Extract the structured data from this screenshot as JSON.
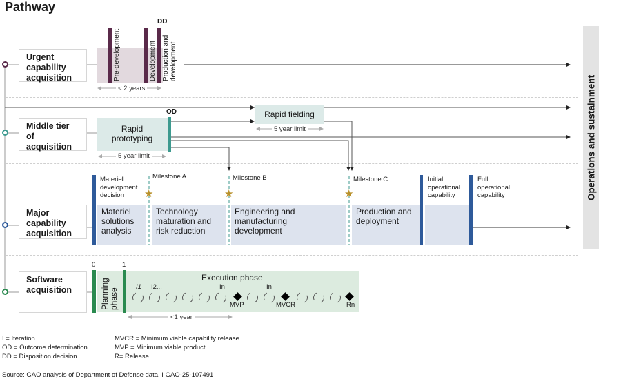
{
  "title": "Pathway",
  "operations_label": "Operations and sustainment",
  "colors": {
    "urgent": "#5a2a4a",
    "middle": "#3d9a8f",
    "major": "#2e5a9a",
    "software": "#2a8a4f",
    "star": "#b8902a"
  },
  "urgent": {
    "label": "Urgent capability acquisition",
    "label_lines": [
      "Urgent",
      "capability",
      "acquisition"
    ],
    "dd": "DD",
    "phases": [
      "Pre-development",
      "Development",
      "Production and",
      "development"
    ],
    "duration": "< 2 years"
  },
  "middle": {
    "label_lines": [
      "Middle tier",
      "of acquisition"
    ],
    "od": "OD",
    "rapid_prototyping": [
      "Rapid",
      "prototyping"
    ],
    "rapid_prototyping_limit": "5 year limit",
    "rapid_fielding": "Rapid fielding",
    "rapid_fielding_limit": "5 year limit"
  },
  "major": {
    "label_lines": [
      "Major",
      "capability",
      "acquisition"
    ],
    "mdd": [
      "Materiel",
      "development",
      "decision"
    ],
    "milestones": [
      "Milestone A",
      "Milestone B",
      "Milestone C"
    ],
    "phases": [
      [
        "Materiel",
        "solutions",
        "analysis"
      ],
      [
        "Technology",
        "maturation and",
        "risk reduction"
      ],
      [
        "Engineering and",
        "manufacturing",
        "development"
      ],
      [
        "Production and",
        "deployment"
      ]
    ],
    "ioc": [
      "Initial",
      "operational",
      "capability"
    ],
    "foc": [
      "Full",
      "operational",
      "capability"
    ]
  },
  "software": {
    "label_lines": [
      "Software",
      "acquisition"
    ],
    "marker0": "0",
    "marker1": "1",
    "planning": [
      "Planning",
      "phase"
    ],
    "execution": "Execution phase",
    "iter_labels": [
      "I1",
      "I2...",
      "In",
      "In"
    ],
    "mvp": "MVP",
    "mvcr": "MVCR",
    "rn": "Rn",
    "duration": "<1 year"
  },
  "legend": {
    "left": [
      "I = Iteration",
      "OD = Outcome determination",
      "DD = Disposition decision"
    ],
    "right": [
      "MVCR = Minimum viable capability release",
      "MVP = Minimum viable product",
      "R= Release"
    ]
  },
  "source": "Source: GAO analysis of Department of Defense data.  I  GAO-25-107491"
}
